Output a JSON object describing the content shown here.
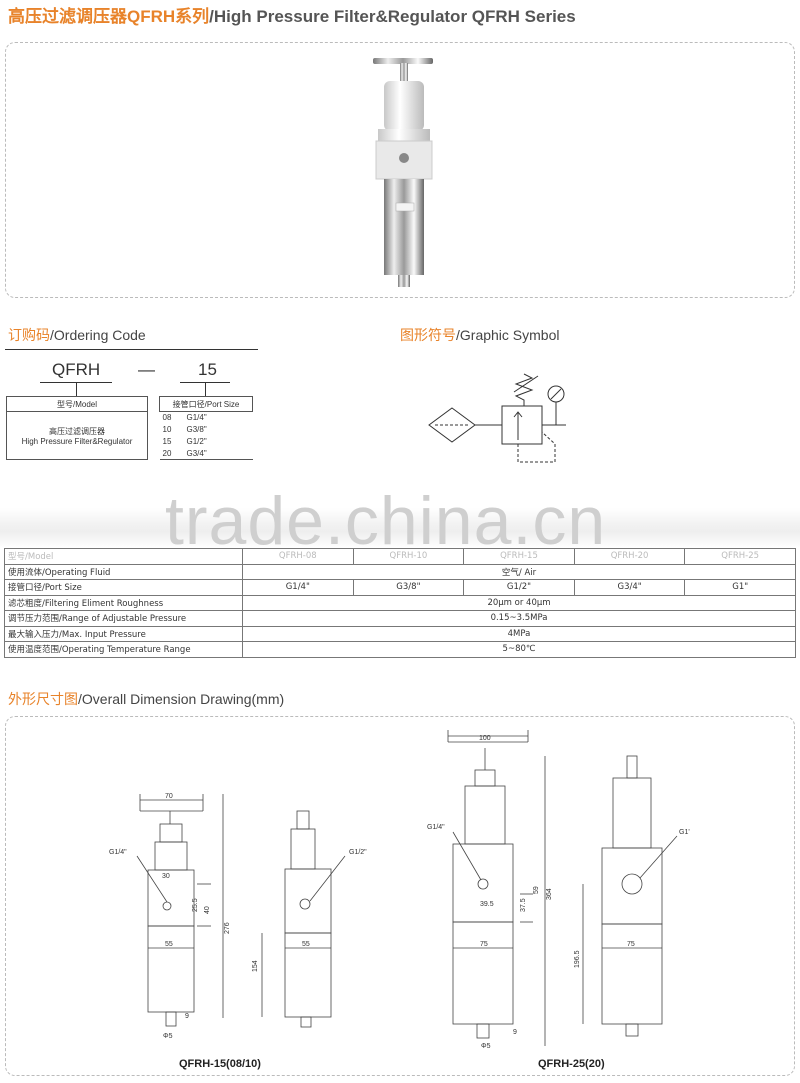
{
  "title": {
    "cn": "高压过滤调压器QFRH系列",
    "en": "/High Pressure Filter&Regulator QFRH Series"
  },
  "ordering": {
    "section_cn": "订购码",
    "section_en": "/Ordering Code",
    "code_left": "QFRH",
    "code_dash": "—",
    "code_right": "15",
    "model_header": "型号/Model",
    "model_desc_cn": "高压过滤调压器",
    "model_desc_en": "High Pressure Filter&Regulator",
    "port_header": "接管口径/Port Size",
    "ports": [
      {
        "code": "08",
        "size": "G1/4\""
      },
      {
        "code": "10",
        "size": "G3/8\""
      },
      {
        "code": "15",
        "size": "G1/2\""
      },
      {
        "code": "20",
        "size": "G3/4\""
      }
    ]
  },
  "symbol": {
    "section_cn": "图形符号",
    "section_en": "/Graphic Symbol"
  },
  "watermark": "trade.china.cn",
  "spec": {
    "header": {
      "label": "型号/Model",
      "cols": [
        "QFRH-08",
        "QFRH-10",
        "QFRH-15",
        "QFRH-20",
        "QFRH-25"
      ]
    },
    "fluid": {
      "label": "使用流体/Operating Fluid",
      "value": "空气/ Air"
    },
    "port": {
      "label": "接管口径/Port Size",
      "values": [
        "G1/4\"",
        "G3/8\"",
        "G1/2\"",
        "G3/4\"",
        "G1\""
      ]
    },
    "filter": {
      "label": "滤芯粗度/Filtering Eliment Roughness",
      "value": "20μm  or  40μm"
    },
    "range": {
      "label": "调节压力范围/Range of Adjustable Pressure",
      "value": "0.15~3.5MPa"
    },
    "input": {
      "label": "最大输入压力/Max. Input Pressure",
      "value": "4MPa"
    },
    "temp": {
      "label": "使用温度范围/Operating Temperature Range",
      "value": "5~80℃"
    }
  },
  "dimension": {
    "section_cn": "外形尺寸图",
    "section_en": "/Overall Dimension Drawing(mm)",
    "caption_left": "QFRH-15(08/10)",
    "caption_right": "QFRH-25(20)",
    "left_front": {
      "port": "G1/4\"",
      "w_top": "70",
      "w_body": "55",
      "d_30": "30",
      "d_255": "25.5",
      "d_40": "40",
      "h": "276",
      "d_9": "9",
      "phi": "Φ5"
    },
    "left_side": {
      "port": "G1/2\"",
      "w_body": "55",
      "h": "154"
    },
    "right_front": {
      "port": "G1/4\"",
      "w_top": "100",
      "w_body": "75",
      "d_395": "39.5",
      "d_375": "37.5",
      "d_59": "59",
      "h": "364",
      "d_9": "9",
      "phi": "Φ5"
    },
    "right_side": {
      "port": "G1'",
      "w_body": "75",
      "h": "196.5"
    }
  }
}
